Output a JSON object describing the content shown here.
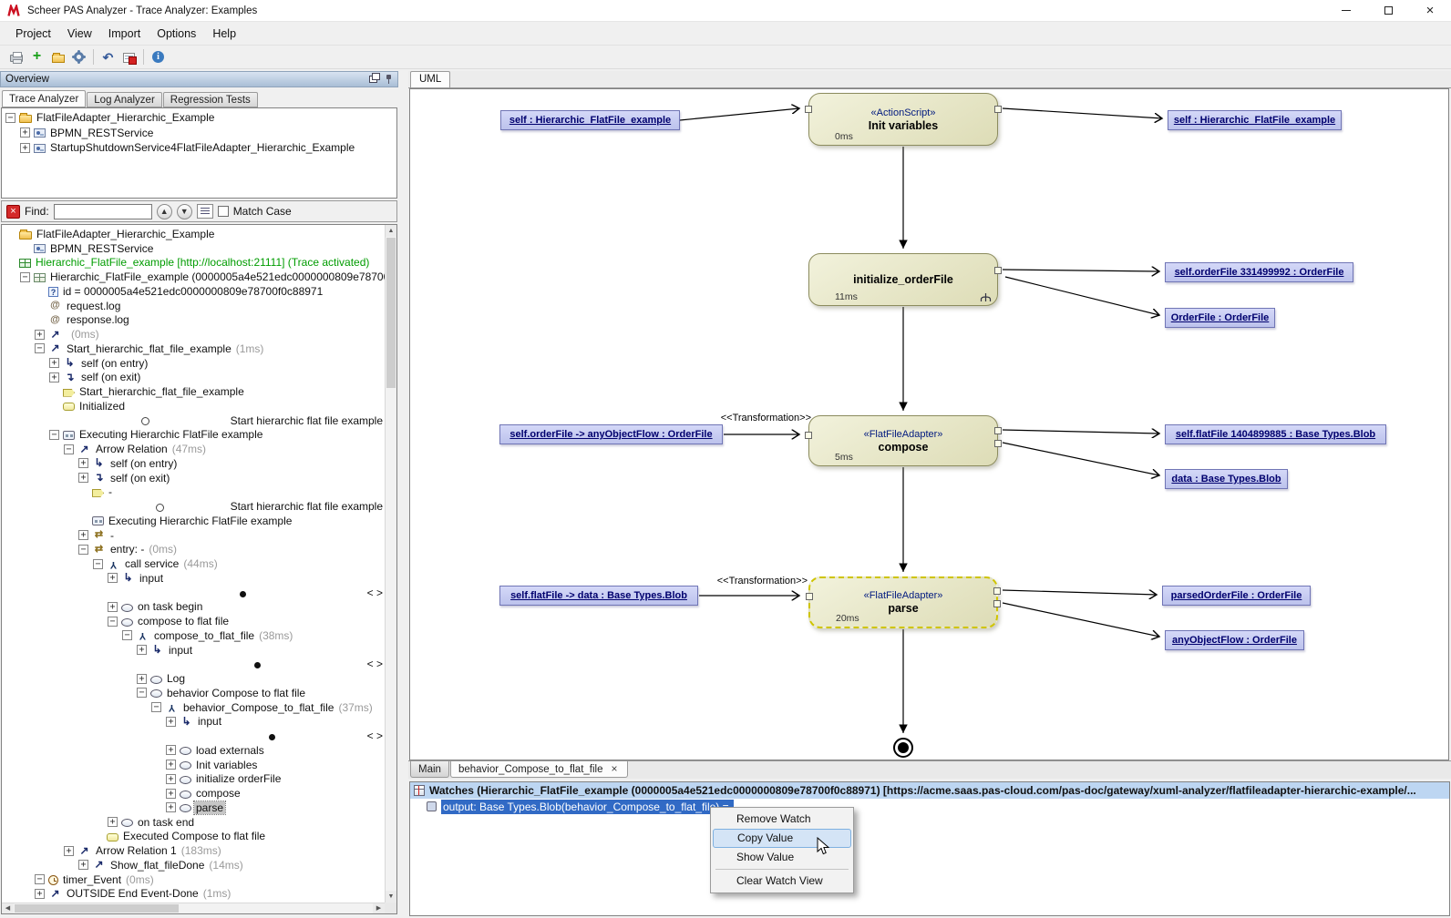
{
  "colors": {
    "selection_blue": "#316ac5",
    "trace_active_green": "#009c00",
    "action_node_fill": "#e9ead2",
    "object_node_fill": "#c8ccf2",
    "watch_header_selection": "#bdd6f2",
    "selected_node_dash": "#cfc400"
  },
  "window": {
    "title": "Scheer PAS Analyzer - Trace Analyzer: Examples"
  },
  "menubar": {
    "items": [
      "Project",
      "View",
      "Import",
      "Options",
      "Help"
    ]
  },
  "toolbar": {
    "groups": [
      [
        "print",
        "new",
        "open",
        "settings"
      ],
      [
        "undo",
        "trace"
      ],
      [
        "info"
      ]
    ]
  },
  "overview_panel": {
    "title": "Overview",
    "tabs": [
      {
        "label": "Trace Analyzer",
        "active": true
      },
      {
        "label": "Log Analyzer",
        "active": false
      },
      {
        "label": "Regression Tests",
        "active": false
      }
    ],
    "project_tree": [
      {
        "label": "FlatFileAdapter_Hierarchic_Example",
        "indent": 0,
        "icon": "folder",
        "exp": "minus"
      },
      {
        "label": "BPMN_RESTService",
        "indent": 1,
        "icon": "service",
        "exp": "plus"
      },
      {
        "label": "StartupShutdownService4FlatFileAdapter_Hierarchic_Example",
        "indent": 1,
        "icon": "service",
        "exp": "plus"
      }
    ],
    "find": {
      "label": "Find:",
      "value": "",
      "match_case_label": "Match Case"
    }
  },
  "trace_tree": {
    "items": [
      {
        "label": "FlatFileAdapter_Hierarchic_Example",
        "indent": 0,
        "icon": "folder"
      },
      {
        "label": "BPMN_RESTService",
        "indent": 1,
        "icon": "service"
      },
      {
        "label": "Hierarchic_FlatFile_example [http://localhost:21111] (Trace activated)",
        "indent": 0,
        "icon": "trace-grid",
        "cls": "green"
      },
      {
        "label": "Hierarchic_FlatFile_example (0000005a4e521edc0000000809e78700f0c88971)",
        "indent": 1,
        "icon": "instance",
        "exp": "minus"
      },
      {
        "label": "id = 0000005a4e521edc0000000809e78700f0c88971",
        "indent": 2,
        "icon": "id"
      },
      {
        "label": "request.log",
        "indent": 2,
        "icon": "log"
      },
      {
        "label": "response.log",
        "indent": 2,
        "icon": "log"
      },
      {
        "label": "",
        "time": "(0ms)",
        "indent": 2,
        "icon": "arrow",
        "exp": "plus"
      },
      {
        "label": "Start_hierarchic_flat_file_example",
        "time": "(1ms)",
        "indent": 2,
        "icon": "arrow",
        "exp": "minus"
      },
      {
        "label": "self (on entry)",
        "indent": 3,
        "icon": "entry",
        "exp": "plus"
      },
      {
        "label": "self (on exit)",
        "indent": 3,
        "icon": "exit",
        "exp": "plus"
      },
      {
        "label": "Start_hierarchic_flat_file_example",
        "indent": 3,
        "icon": "signal"
      },
      {
        "label": "Initialized",
        "indent": 3,
        "icon": "state"
      },
      {
        "label": "Start hierarchic flat file example",
        "indent": 3,
        "icon": "circle"
      },
      {
        "label": "Executing Hierarchic FlatFile example",
        "indent": 3,
        "icon": "composite",
        "exp": "minus"
      },
      {
        "label": "Arrow Relation",
        "time": "(47ms)",
        "indent": 4,
        "icon": "arrow",
        "exp": "minus"
      },
      {
        "label": "self (on entry)",
        "indent": 5,
        "icon": "entry",
        "exp": "plus"
      },
      {
        "label": "self (on exit)",
        "indent": 5,
        "icon": "exit",
        "exp": "plus"
      },
      {
        "label": "-",
        "indent": 5,
        "icon": "signal"
      },
      {
        "label": "Start hierarchic flat file example",
        "indent": 5,
        "icon": "circle"
      },
      {
        "label": "Executing Hierarchic FlatFile example",
        "indent": 5,
        "icon": "composite"
      },
      {
        "label": "-",
        "indent": 5,
        "icon": "transition",
        "exp": "plus"
      },
      {
        "label": "entry: -",
        "time": "(0ms)",
        "indent": 5,
        "icon": "transition",
        "exp": "minus"
      },
      {
        "label": "call service",
        "time": "(44ms)",
        "indent": 6,
        "icon": "call",
        "exp": "minus"
      },
      {
        "label": "input",
        "indent": 7,
        "icon": "entry",
        "exp": "plus"
      },
      {
        "label": "< >",
        "indent": 7,
        "icon": "dot"
      },
      {
        "label": "on task begin",
        "indent": 7,
        "icon": "oval",
        "exp": "plus"
      },
      {
        "label": "compose to flat file",
        "indent": 7,
        "icon": "oval",
        "exp": "minus"
      },
      {
        "label": "compose_to_flat_file",
        "time": "(38ms)",
        "indent": 8,
        "icon": "call",
        "exp": "minus"
      },
      {
        "label": "input",
        "indent": 9,
        "icon": "entry",
        "exp": "plus"
      },
      {
        "label": "< >",
        "indent": 9,
        "icon": "dot"
      },
      {
        "label": "Log",
        "indent": 9,
        "icon": "oval",
        "exp": "plus"
      },
      {
        "label": "behavior Compose to flat file",
        "indent": 9,
        "icon": "oval",
        "exp": "minus"
      },
      {
        "label": "behavior_Compose_to_flat_file",
        "time": "(37ms)",
        "indent": 10,
        "icon": "call",
        "exp": "minus"
      },
      {
        "label": "input",
        "indent": 11,
        "icon": "entry",
        "exp": "plus"
      },
      {
        "label": "< >",
        "indent": 11,
        "icon": "dot"
      },
      {
        "label": "load externals",
        "indent": 11,
        "icon": "oval",
        "exp": "plus"
      },
      {
        "label": "Init variables",
        "indent": 11,
        "icon": "oval",
        "exp": "plus"
      },
      {
        "label": "initialize orderFile",
        "indent": 11,
        "icon": "oval",
        "exp": "plus"
      },
      {
        "label": "compose",
        "indent": 11,
        "icon": "oval",
        "exp": "plus"
      },
      {
        "label": "parse",
        "indent": 11,
        "icon": "oval",
        "exp": "plus",
        "selected": true
      },
      {
        "label": "on task end",
        "indent": 7,
        "icon": "oval",
        "exp": "plus"
      },
      {
        "label": "Executed Compose to flat file",
        "indent": 6,
        "icon": "state"
      },
      {
        "label": "Arrow Relation 1",
        "time": "(183ms)",
        "indent": 4,
        "icon": "arrow",
        "exp": "plus"
      },
      {
        "label": "Show_flat_fileDone",
        "time": "(14ms)",
        "indent": 5,
        "icon": "arrow",
        "exp": "plus"
      },
      {
        "label": "timer_Event",
        "time": "(0ms)",
        "indent": 2,
        "icon": "timer",
        "exp": "minus"
      },
      {
        "label": "OUTSIDE End Event-Done",
        "time": "(1ms)",
        "indent": 2,
        "icon": "arrow",
        "exp": "plus"
      }
    ]
  },
  "uml": {
    "tab_label": "UML",
    "nodes": {
      "init": {
        "stereotype": "«ActionScript»",
        "name": "Init variables",
        "time": "0ms"
      },
      "initialize_orderfile": {
        "name": "initialize_orderFile",
        "time": "11ms"
      },
      "compose": {
        "stereotype": "«FlatFileAdapter»",
        "name": "compose",
        "time": "5ms"
      },
      "parse": {
        "stereotype": "«FlatFileAdapter»",
        "name": "parse",
        "time": "20ms"
      }
    },
    "objects": {
      "self_left": "self : Hierarchic_FlatFile_example",
      "self_right": "self : Hierarchic_FlatFile_example",
      "orderfile_out": "self.orderFile 331499992 : OrderFile",
      "orderfile": "OrderFile : OrderFile",
      "compose_in": "self.orderFile -> anyObjectFlow : OrderFile",
      "flatfile_out": "self.flatFile 1404899885 : Base Types.Blob",
      "data_out": "data : Base Types.Blob",
      "parse_in": "self.flatFile -> data : Base Types.Blob",
      "parsed_out": "parsedOrderFile : OrderFile",
      "anyobjectflow_out": "anyObjectFlow : OrderFile"
    },
    "labels": {
      "transformation_compose": "<<Transformation>>",
      "transformation_parse": "<<Transformation>>"
    }
  },
  "doc_tabs": [
    {
      "label": "Main",
      "active": false,
      "closable": false
    },
    {
      "label": "behavior_Compose_to_flat_file",
      "active": true,
      "closable": true
    }
  ],
  "watches": {
    "header": "Watches (Hierarchic_FlatFile_example (0000005a4e521edc0000000809e78700f0c88971) [https://acme.saas.pas-cloud.com/pas-doc/gateway/xuml-analyzer/flatfileadapter-hierarchic-example/...",
    "row": "output: Base Types.Blob(behavior_Compose_to_flat_file) = "
  },
  "context_menu": {
    "items": [
      {
        "label": "Remove Watch"
      },
      {
        "label": "Copy Value",
        "highlighted": true
      },
      {
        "label": "Show Value"
      },
      {
        "label": "Clear Watch View",
        "separator_before": true
      }
    ]
  }
}
